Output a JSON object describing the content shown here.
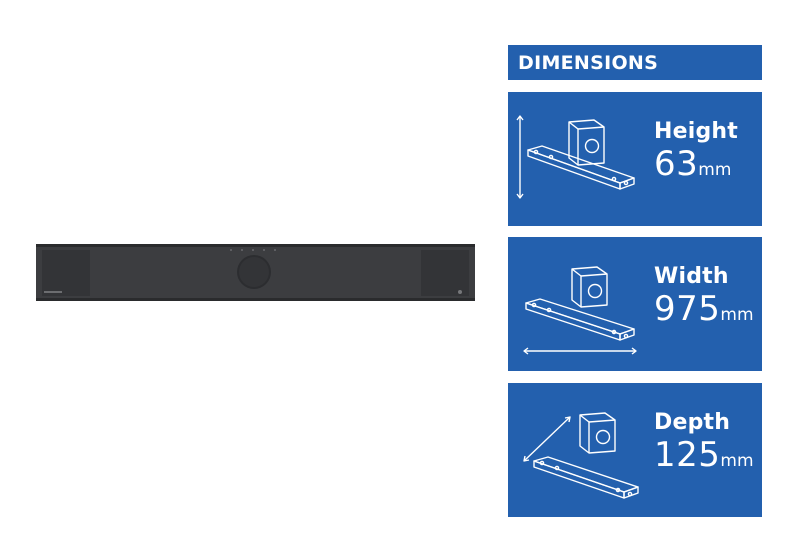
{
  "title": "DIMENSIONS",
  "dimensions": [
    {
      "label": "Height",
      "value": "63",
      "unit": "mm",
      "icon": "height-arrow-icon"
    },
    {
      "label": "Width",
      "value": "975",
      "unit": "mm",
      "icon": "width-arrow-icon"
    },
    {
      "label": "Depth",
      "value": "125",
      "unit": "mm",
      "icon": "depth-arrow-icon"
    }
  ],
  "colors": {
    "panel": "#2360ae",
    "soundbar": "#3a3b3e",
    "text": "#ffffff"
  }
}
